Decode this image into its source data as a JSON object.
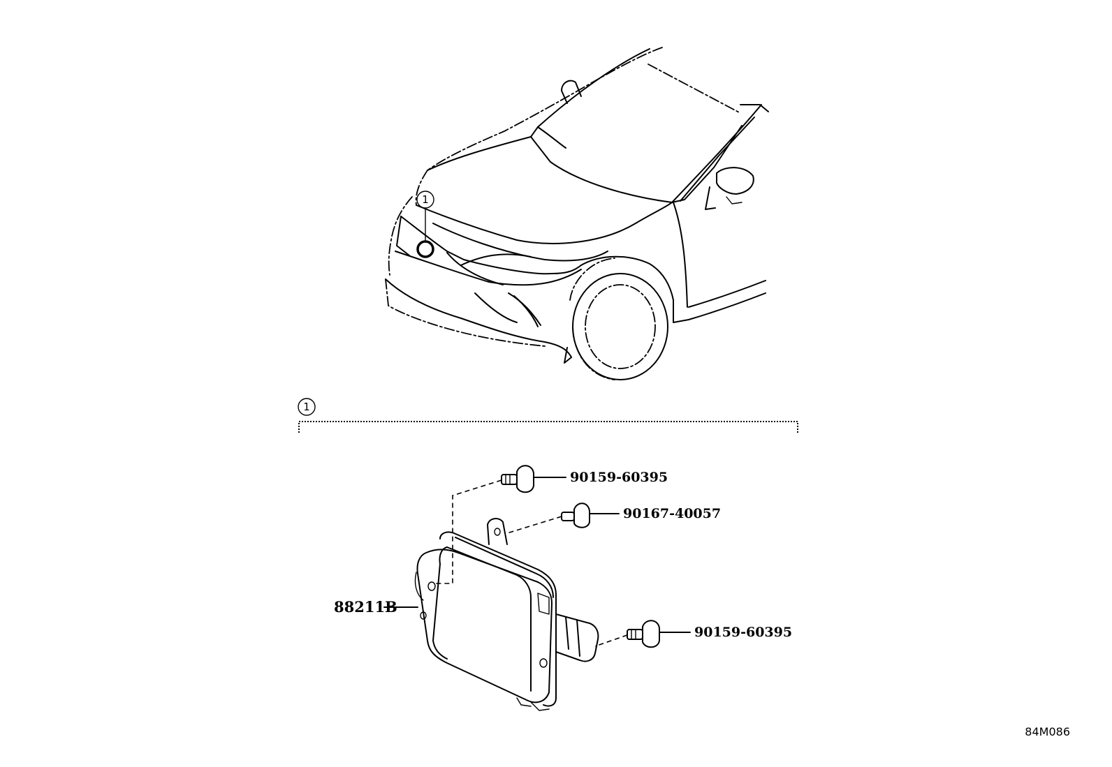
{
  "diagram": {
    "callout_number": "1",
    "parts": {
      "bolt_top": "90159-60395",
      "bolt_middle": "90167-40057",
      "bolt_bottom": "90159-60395",
      "sensor": "88211B"
    },
    "drawing_code": "84M086"
  }
}
